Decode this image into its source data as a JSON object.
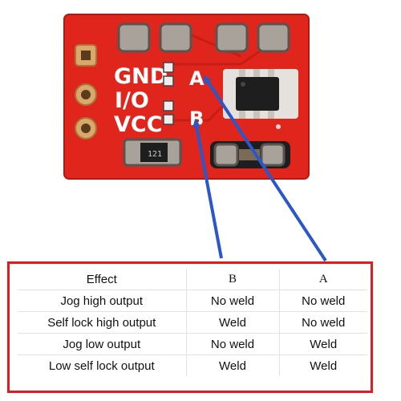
{
  "silkscreen": {
    "gnd": "GND",
    "io": "I/O",
    "vcc": "VCC",
    "pad_a": "A",
    "pad_b": "B",
    "resistor_code": "121"
  },
  "truth_table": {
    "headers": [
      "Effect",
      "B",
      "A"
    ],
    "rows": [
      [
        "Jog high output",
        "No weld",
        "No weld"
      ],
      [
        "Self lock high output",
        "Weld",
        "No weld"
      ],
      [
        "Jog low output",
        "No weld",
        "Weld"
      ],
      [
        "Low self lock output",
        "Weld",
        "Weld"
      ]
    ]
  },
  "colors": {
    "pcb": "#e0261c",
    "frame": "#e01a1f",
    "arrow": "#2a57c9"
  }
}
